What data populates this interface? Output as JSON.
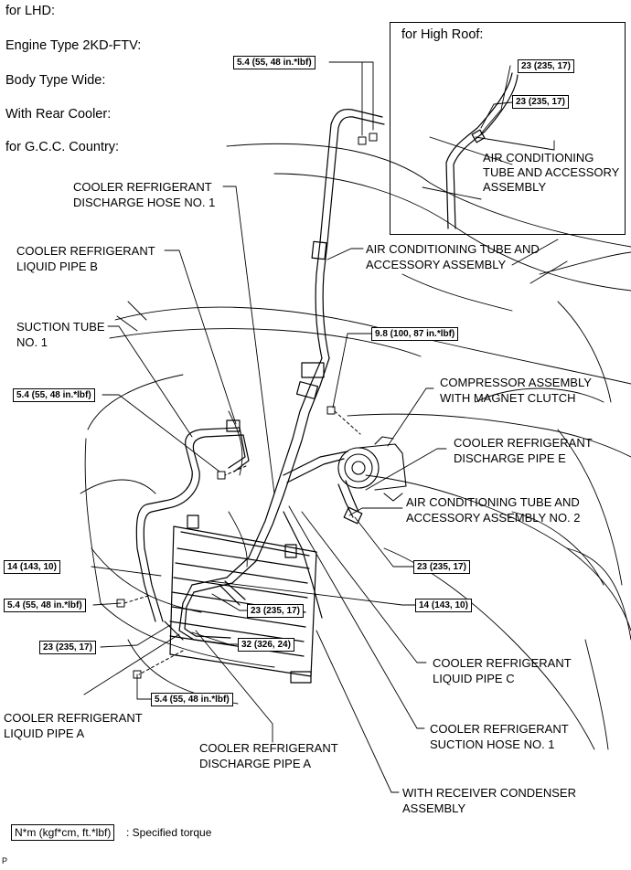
{
  "conditions": [
    "for LHD:",
    "Engine Type 2KD-FTV:",
    "Body Type Wide:",
    "With Rear Cooler:",
    "for G.C.C. Country:"
  ],
  "inset": {
    "title": "for High Roof:",
    "torque_a": "23 (235, 17)",
    "torque_b": "23 (235, 17)",
    "label": [
      "AIR CONDITIONING",
      "TUBE AND ACCESSORY",
      "ASSEMBLY"
    ]
  },
  "torques": {
    "t_top": "5.4 (55, 48 in.*lbf)",
    "t_98": "9.8 (100, 87 in.*lbf)",
    "t_left": "5.4 (55, 48 in.*lbf)",
    "t_14a": "14 (143, 10)",
    "t_54b": "5.4 (55, 48 in.*lbf)",
    "t_23a": "23 (235, 17)",
    "t_23b": "23 (235, 17)",
    "t_32": "32 (326, 24)",
    "t_23c": "23 (235, 17)",
    "t_14b": "14 (143, 10)",
    "t_54c": "5.4 (55, 48 in.*lbf)"
  },
  "labels": {
    "discharge_hose_1": [
      "COOLER REFRIGERANT",
      "DISCHARGE HOSE NO. 1"
    ],
    "liquid_pipe_b": [
      "COOLER REFRIGERANT",
      "LIQUID PIPE B"
    ],
    "suction_tube_1": [
      "SUCTION TUBE",
      "NO. 1"
    ],
    "ac_tube": [
      "AIR CONDITIONING TUBE AND",
      "ACCESSORY ASSEMBLY"
    ],
    "compressor": [
      "COMPRESSOR ASSEMBLY",
      "WITH MAGNET CLUTCH"
    ],
    "discharge_pipe_e": [
      "COOLER REFRIGERANT",
      "DISCHARGE PIPE E"
    ],
    "ac_tube_2": [
      "AIR CONDITIONING TUBE AND",
      "ACCESSORY ASSEMBLY NO. 2"
    ],
    "liquid_pipe_c": [
      "COOLER REFRIGERANT",
      "LIQUID PIPE C"
    ],
    "suction_hose_1": [
      "COOLER REFRIGERANT",
      "SUCTION HOSE NO. 1"
    ],
    "receiver_condenser": [
      "WITH RECEIVER CONDENSER",
      "ASSEMBLY"
    ],
    "liquid_pipe_a": [
      "COOLER REFRIGERANT",
      "LIQUID PIPE A"
    ],
    "discharge_pipe_a": [
      "COOLER REFRIGERANT",
      "DISCHARGE PIPE A"
    ]
  },
  "legend": {
    "unit": "N*m (kgf*cm, ft.*lbf)",
    "text": ": Specified torque"
  },
  "footer_code": "P"
}
